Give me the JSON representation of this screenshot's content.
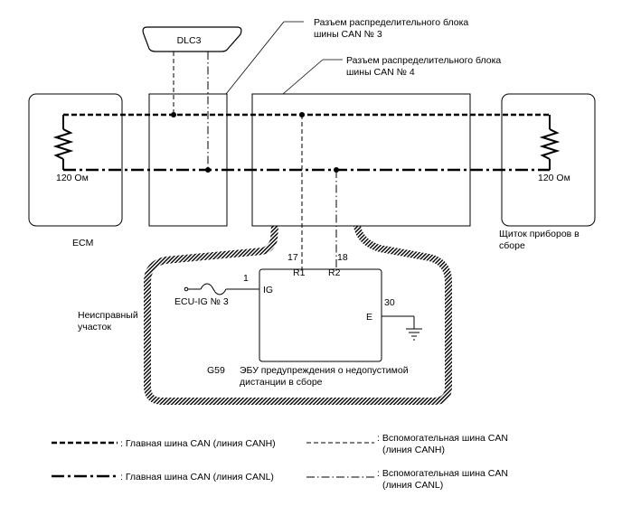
{
  "dlc": {
    "label": "DLC3"
  },
  "junctions": {
    "j3": {
      "line1": "Разъем распределительного блока",
      "line2": "шины CAN № 3"
    },
    "j4": {
      "line1": "Разъем распределительного блока",
      "line2": "шины CAN № 4"
    }
  },
  "ecm": {
    "label": "ECM",
    "resistor": "120 Ом"
  },
  "meter": {
    "label_line1": "Щиток приборов в",
    "label_line2": "сборе",
    "resistor": "120 Ом"
  },
  "faulty": {
    "line1": "Неисправный",
    "line2": "участок"
  },
  "ecu": {
    "code": "G59",
    "name_line1": "ЭБУ предупреждения о недопустимой",
    "name_line2": "дистанции в сборе",
    "pins": {
      "r1": "R1",
      "r2": "R2",
      "ig": "IG",
      "e": "E"
    },
    "pin_numbers": {
      "r1": "17",
      "r2": "18",
      "ig": "1",
      "e": "30"
    },
    "fuse": "ECU-IG № 3"
  },
  "legend": {
    "main_canh": ": Главная шина CAN (линия CANH)",
    "main_canl": ": Главная шина CAN (линия CANL)",
    "sub_canh_line1": ": Вспомогательная шина CAN",
    "sub_canh_line2": "(линия CANH)",
    "sub_canl_line1": ": Вспомогательная шина CAN",
    "sub_canl_line2": "(линия CANL)"
  }
}
